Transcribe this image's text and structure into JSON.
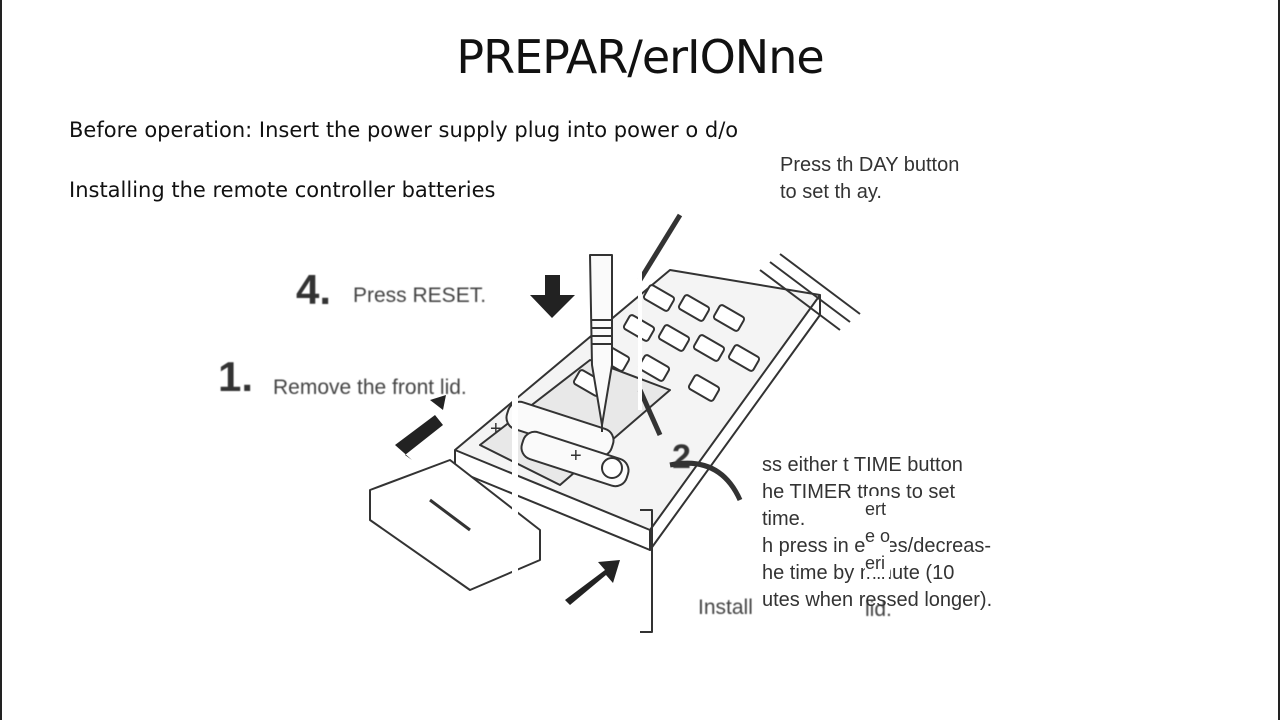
{
  "slide": {
    "title": "PREPAR∕erIONne",
    "line1": "Before operation: Insert the power supply plug into power o d/o",
    "line2": "Installing the remote controller batteries"
  },
  "figure": {
    "step4": {
      "number": "4.",
      "label": "Press RESET."
    },
    "step1": {
      "number": "1.",
      "label": "Remove the front lid."
    },
    "step2": {
      "number": "2"
    },
    "install_label": "Install",
    "lid_label": "lid.",
    "day_panel": "Press th DAY button\nto set th ay.",
    "time_panel": "ss either t TIME button\nhe TIMER ttons to set\ntime.\nh press in eases/decreas-\nhe time by minute (10\nutes when ressed longer).",
    "overlap_text": "ert\ne o\neri"
  },
  "colors": {
    "text": "#111111",
    "figure_ink": "#333333",
    "background": "#ffffff"
  }
}
